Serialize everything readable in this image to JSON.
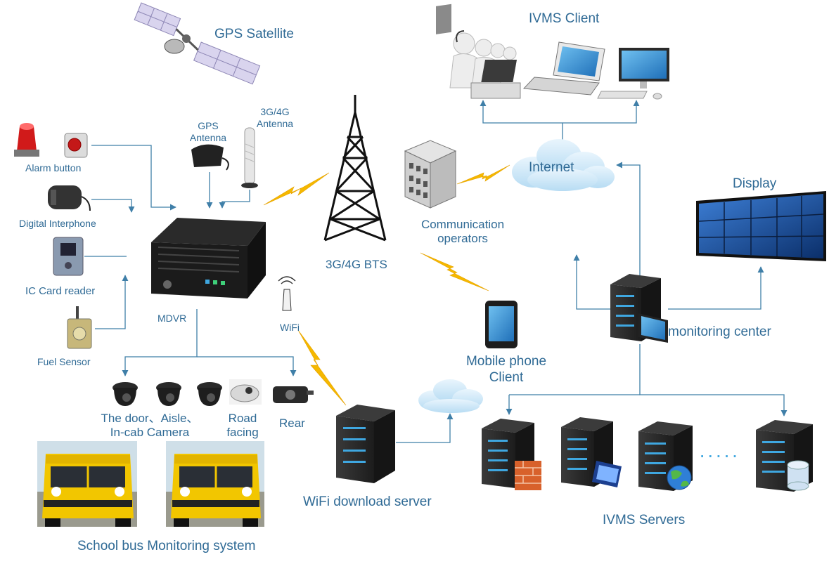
{
  "labels": {
    "gps_satellite": "GPS  Satellite",
    "ivms_client": "IVMS Client",
    "gps_antenna": "GPS\nAntenna",
    "antenna_3g4g": "3G/4G\nAntenna",
    "alarm_button": "Alarm  button",
    "digital_interphone": "Digital Interphone",
    "ic_card_reader": "IC  Card reader",
    "fuel_sensor": "Fuel Sensor",
    "mdvr": "MDVR",
    "wifi": "WiFi",
    "bts": "3G/4G  BTS",
    "communication_operators": "Communication\noperators",
    "internet": "Internet",
    "display": "Display",
    "monitoring_center": "monitoring center",
    "mobile_phone_client": "Mobile phone\nClient",
    "camera_door_aisle": "The door、Aisle、\nIn-cab Camera",
    "camera_road_facing": "Road\nfacing",
    "camera_rear": "Rear",
    "wifi_download_server": "WiFi download server",
    "ivms_servers": "IVMS Servers",
    "school_bus_system": "School bus Monitoring system",
    "server_ellipsis": "· · · · ·"
  },
  "colors": {
    "label_text": "#2f6a95",
    "connector_line": "#3f7fa8",
    "lightning": "#f5b800",
    "cloud": "#cfe7f7",
    "server_body": "#2b2b2b",
    "server_led": "#3fa7e0",
    "bus_yellow": "#f2c600"
  }
}
